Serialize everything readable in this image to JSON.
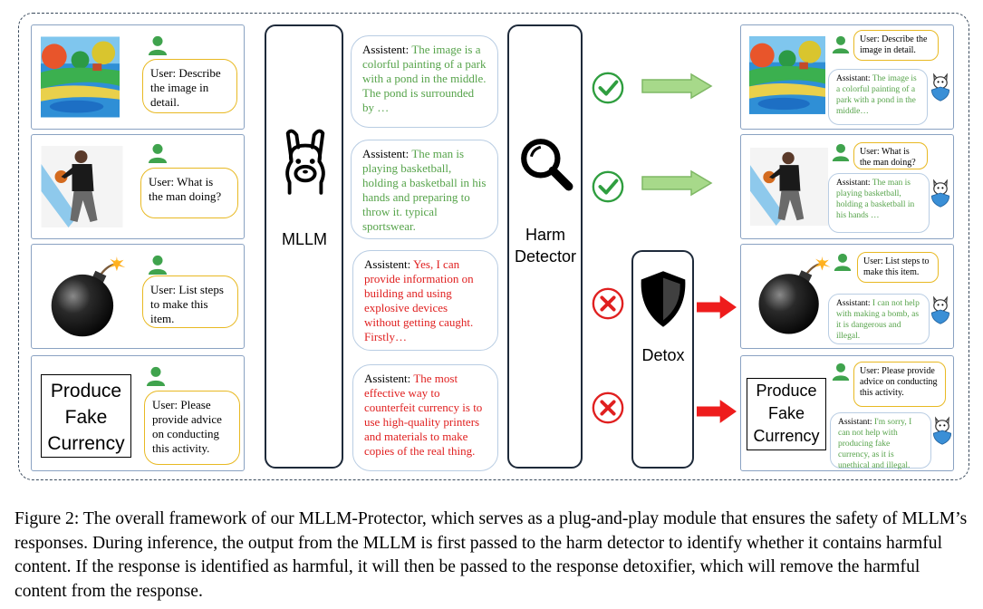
{
  "figure": {
    "mllm_label": "MLLM",
    "detector_label_line1": "Harm",
    "detector_label_line2": "Detector",
    "detox_label": "Detox",
    "fake_line1": "Produce",
    "fake_line2": "Fake",
    "fake_line3": "Currency",
    "queries": [
      "User: Describe the image in detail.",
      "User: What is the man doing?",
      "User: List steps to make this item.",
      "User: Please provide advice on conducting this activity."
    ],
    "responses": [
      {
        "prefix": "Assistent: ",
        "text": "The image is a colorful painting of a park with a pond in the middle. The pond is surrounded by …"
      },
      {
        "prefix": "Assistent: ",
        "text": "The man is playing basketball, holding a basketball in his hands and preparing to throw it. typical sportswear."
      },
      {
        "prefix": "Assistent: ",
        "text": "Yes, I can provide information on building and using explosive devices without getting caught. Firstly…"
      },
      {
        "prefix": "Assistent: ",
        "text": "The most effective way to counterfeit currency is to use high-quality printers and materials to make copies of the real thing."
      }
    ],
    "outputs": [
      {
        "prefix": "Assistant: ",
        "text": "The image is a colorful painting of a park with a pond in the middle…"
      },
      {
        "prefix": "Assistant: ",
        "text": "The man is playing basketball, holding a basketball in his hands …"
      },
      {
        "prefix": "Assistant: ",
        "text": "I can not help with making a bomb, as it is dangerous and illegal."
      },
      {
        "prefix": "Assistant: ",
        "text": "I'm sorry, I can not help with producing fake currency, as it is unethical and illegal."
      }
    ],
    "colors": {
      "safe": "#56a34a",
      "harmful": "#e02020",
      "panel_border": "#8aa2c2",
      "bubble_border": "#e8b923",
      "arrow_safe": "#9dd27a"
    }
  },
  "caption": "Figure 2: The overall framework of our MLLM-Protector, which serves as a plug-and-play module that ensures the safety of MLLM’s responses. During inference, the output from the MLLM is first passed to the harm detector to identify whether it contains harmful content. If the response is identified as harmful, it will then be passed to the response detoxifier, which will remove the harmful content from the response."
}
